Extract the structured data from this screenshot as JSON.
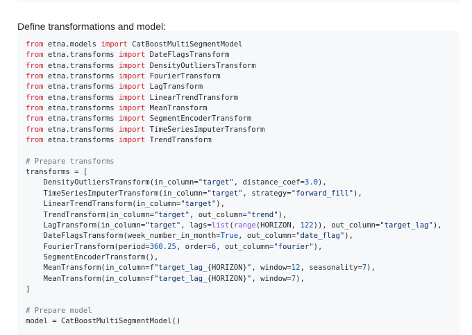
{
  "intro_text": "Define transformations and model:",
  "colors": {
    "keyword": "#cf222e",
    "string": "#0a3069",
    "number": "#0550ae",
    "builtin": "#8250df",
    "comment": "#6e7781",
    "text": "#24292f",
    "code_background": "#f6f8fa"
  },
  "code_lines": [
    [
      [
        "kw",
        "from"
      ],
      [
        "p",
        " etna.models "
      ],
      [
        "kw",
        "import"
      ],
      [
        "p",
        " CatBoostMultiSegmentModel"
      ]
    ],
    [
      [
        "kw",
        "from"
      ],
      [
        "p",
        " etna.transforms "
      ],
      [
        "kw",
        "import"
      ],
      [
        "p",
        " DateFlagsTransform"
      ]
    ],
    [
      [
        "kw",
        "from"
      ],
      [
        "p",
        " etna.transforms "
      ],
      [
        "kw",
        "import"
      ],
      [
        "p",
        " DensityOutliersTransform"
      ]
    ],
    [
      [
        "kw",
        "from"
      ],
      [
        "p",
        " etna.transforms "
      ],
      [
        "kw",
        "import"
      ],
      [
        "p",
        " FourierTransform"
      ]
    ],
    [
      [
        "kw",
        "from"
      ],
      [
        "p",
        " etna.transforms "
      ],
      [
        "kw",
        "import"
      ],
      [
        "p",
        " LagTransform"
      ]
    ],
    [
      [
        "kw",
        "from"
      ],
      [
        "p",
        " etna.transforms "
      ],
      [
        "kw",
        "import"
      ],
      [
        "p",
        " LinearTrendTransform"
      ]
    ],
    [
      [
        "kw",
        "from"
      ],
      [
        "p",
        " etna.transforms "
      ],
      [
        "kw",
        "import"
      ],
      [
        "p",
        " MeanTransform"
      ]
    ],
    [
      [
        "kw",
        "from"
      ],
      [
        "p",
        " etna.transforms "
      ],
      [
        "kw",
        "import"
      ],
      [
        "p",
        " SegmentEncoderTransform"
      ]
    ],
    [
      [
        "kw",
        "from"
      ],
      [
        "p",
        " etna.transforms "
      ],
      [
        "kw",
        "import"
      ],
      [
        "p",
        " TimeSeriesImputerTransform"
      ]
    ],
    [
      [
        "kw",
        "from"
      ],
      [
        "p",
        " etna.transforms "
      ],
      [
        "kw",
        "import"
      ],
      [
        "p",
        " TrendTransform"
      ]
    ],
    [],
    [
      [
        "com",
        "# Prepare transforms"
      ]
    ],
    [
      [
        "p",
        "transforms = ["
      ]
    ],
    [
      [
        "p",
        "    DensityOutliersTransform(in_column="
      ],
      [
        "str",
        "\"target\""
      ],
      [
        "p",
        ", distance_coef="
      ],
      [
        "num",
        "3.0"
      ],
      [
        "p",
        "),"
      ]
    ],
    [
      [
        "p",
        "    TimeSeriesImputerTransform(in_column="
      ],
      [
        "str",
        "\"target\""
      ],
      [
        "p",
        ", strategy="
      ],
      [
        "str",
        "\"forward_fill\""
      ],
      [
        "p",
        "),"
      ]
    ],
    [
      [
        "p",
        "    LinearTrendTransform(in_column="
      ],
      [
        "str",
        "\"target\""
      ],
      [
        "p",
        "),"
      ]
    ],
    [
      [
        "p",
        "    TrendTransform(in_column="
      ],
      [
        "str",
        "\"target\""
      ],
      [
        "p",
        ", out_column="
      ],
      [
        "str",
        "\"trend\""
      ],
      [
        "p",
        "),"
      ]
    ],
    [
      [
        "p",
        "    LagTransform(in_column="
      ],
      [
        "str",
        "\"target\""
      ],
      [
        "p",
        ", lags="
      ],
      [
        "fn",
        "list"
      ],
      [
        "p",
        "("
      ],
      [
        "fn",
        "range"
      ],
      [
        "p",
        "(HORIZON, "
      ],
      [
        "num",
        "122"
      ],
      [
        "p",
        ")), out_column="
      ],
      [
        "str",
        "\"target_lag\""
      ],
      [
        "p",
        "),"
      ]
    ],
    [
      [
        "p",
        "    DateFlagsTransform(week_number_in_month="
      ],
      [
        "num",
        "True"
      ],
      [
        "p",
        ", out_column="
      ],
      [
        "str",
        "\"date_flag\""
      ],
      [
        "p",
        "),"
      ]
    ],
    [
      [
        "p",
        "    FourierTransform(period="
      ],
      [
        "num",
        "360.25"
      ],
      [
        "p",
        ", order="
      ],
      [
        "num",
        "6"
      ],
      [
        "p",
        ", out_column="
      ],
      [
        "str",
        "\"fourier\""
      ],
      [
        "p",
        "),"
      ]
    ],
    [
      [
        "p",
        "    SegmentEncoderTransform(),"
      ]
    ],
    [
      [
        "p",
        "    MeanTransform(in_column="
      ],
      [
        "str",
        "f\"target_lag_{"
      ],
      [
        "p",
        "HORIZON"
      ],
      [
        "str",
        "}\""
      ],
      [
        "p",
        ", window="
      ],
      [
        "num",
        "12"
      ],
      [
        "p",
        ", seasonality="
      ],
      [
        "num",
        "7"
      ],
      [
        "p",
        "),"
      ]
    ],
    [
      [
        "p",
        "    MeanTransform(in_column="
      ],
      [
        "str",
        "f\"target_lag_{"
      ],
      [
        "p",
        "HORIZON"
      ],
      [
        "str",
        "}\""
      ],
      [
        "p",
        ", window="
      ],
      [
        "num",
        "7"
      ],
      [
        "p",
        "),"
      ]
    ],
    [
      [
        "p",
        "]"
      ]
    ],
    [],
    [
      [
        "com",
        "# Prepare model"
      ]
    ],
    [
      [
        "p",
        "model = CatBoostMultiSegmentModel()"
      ]
    ]
  ]
}
